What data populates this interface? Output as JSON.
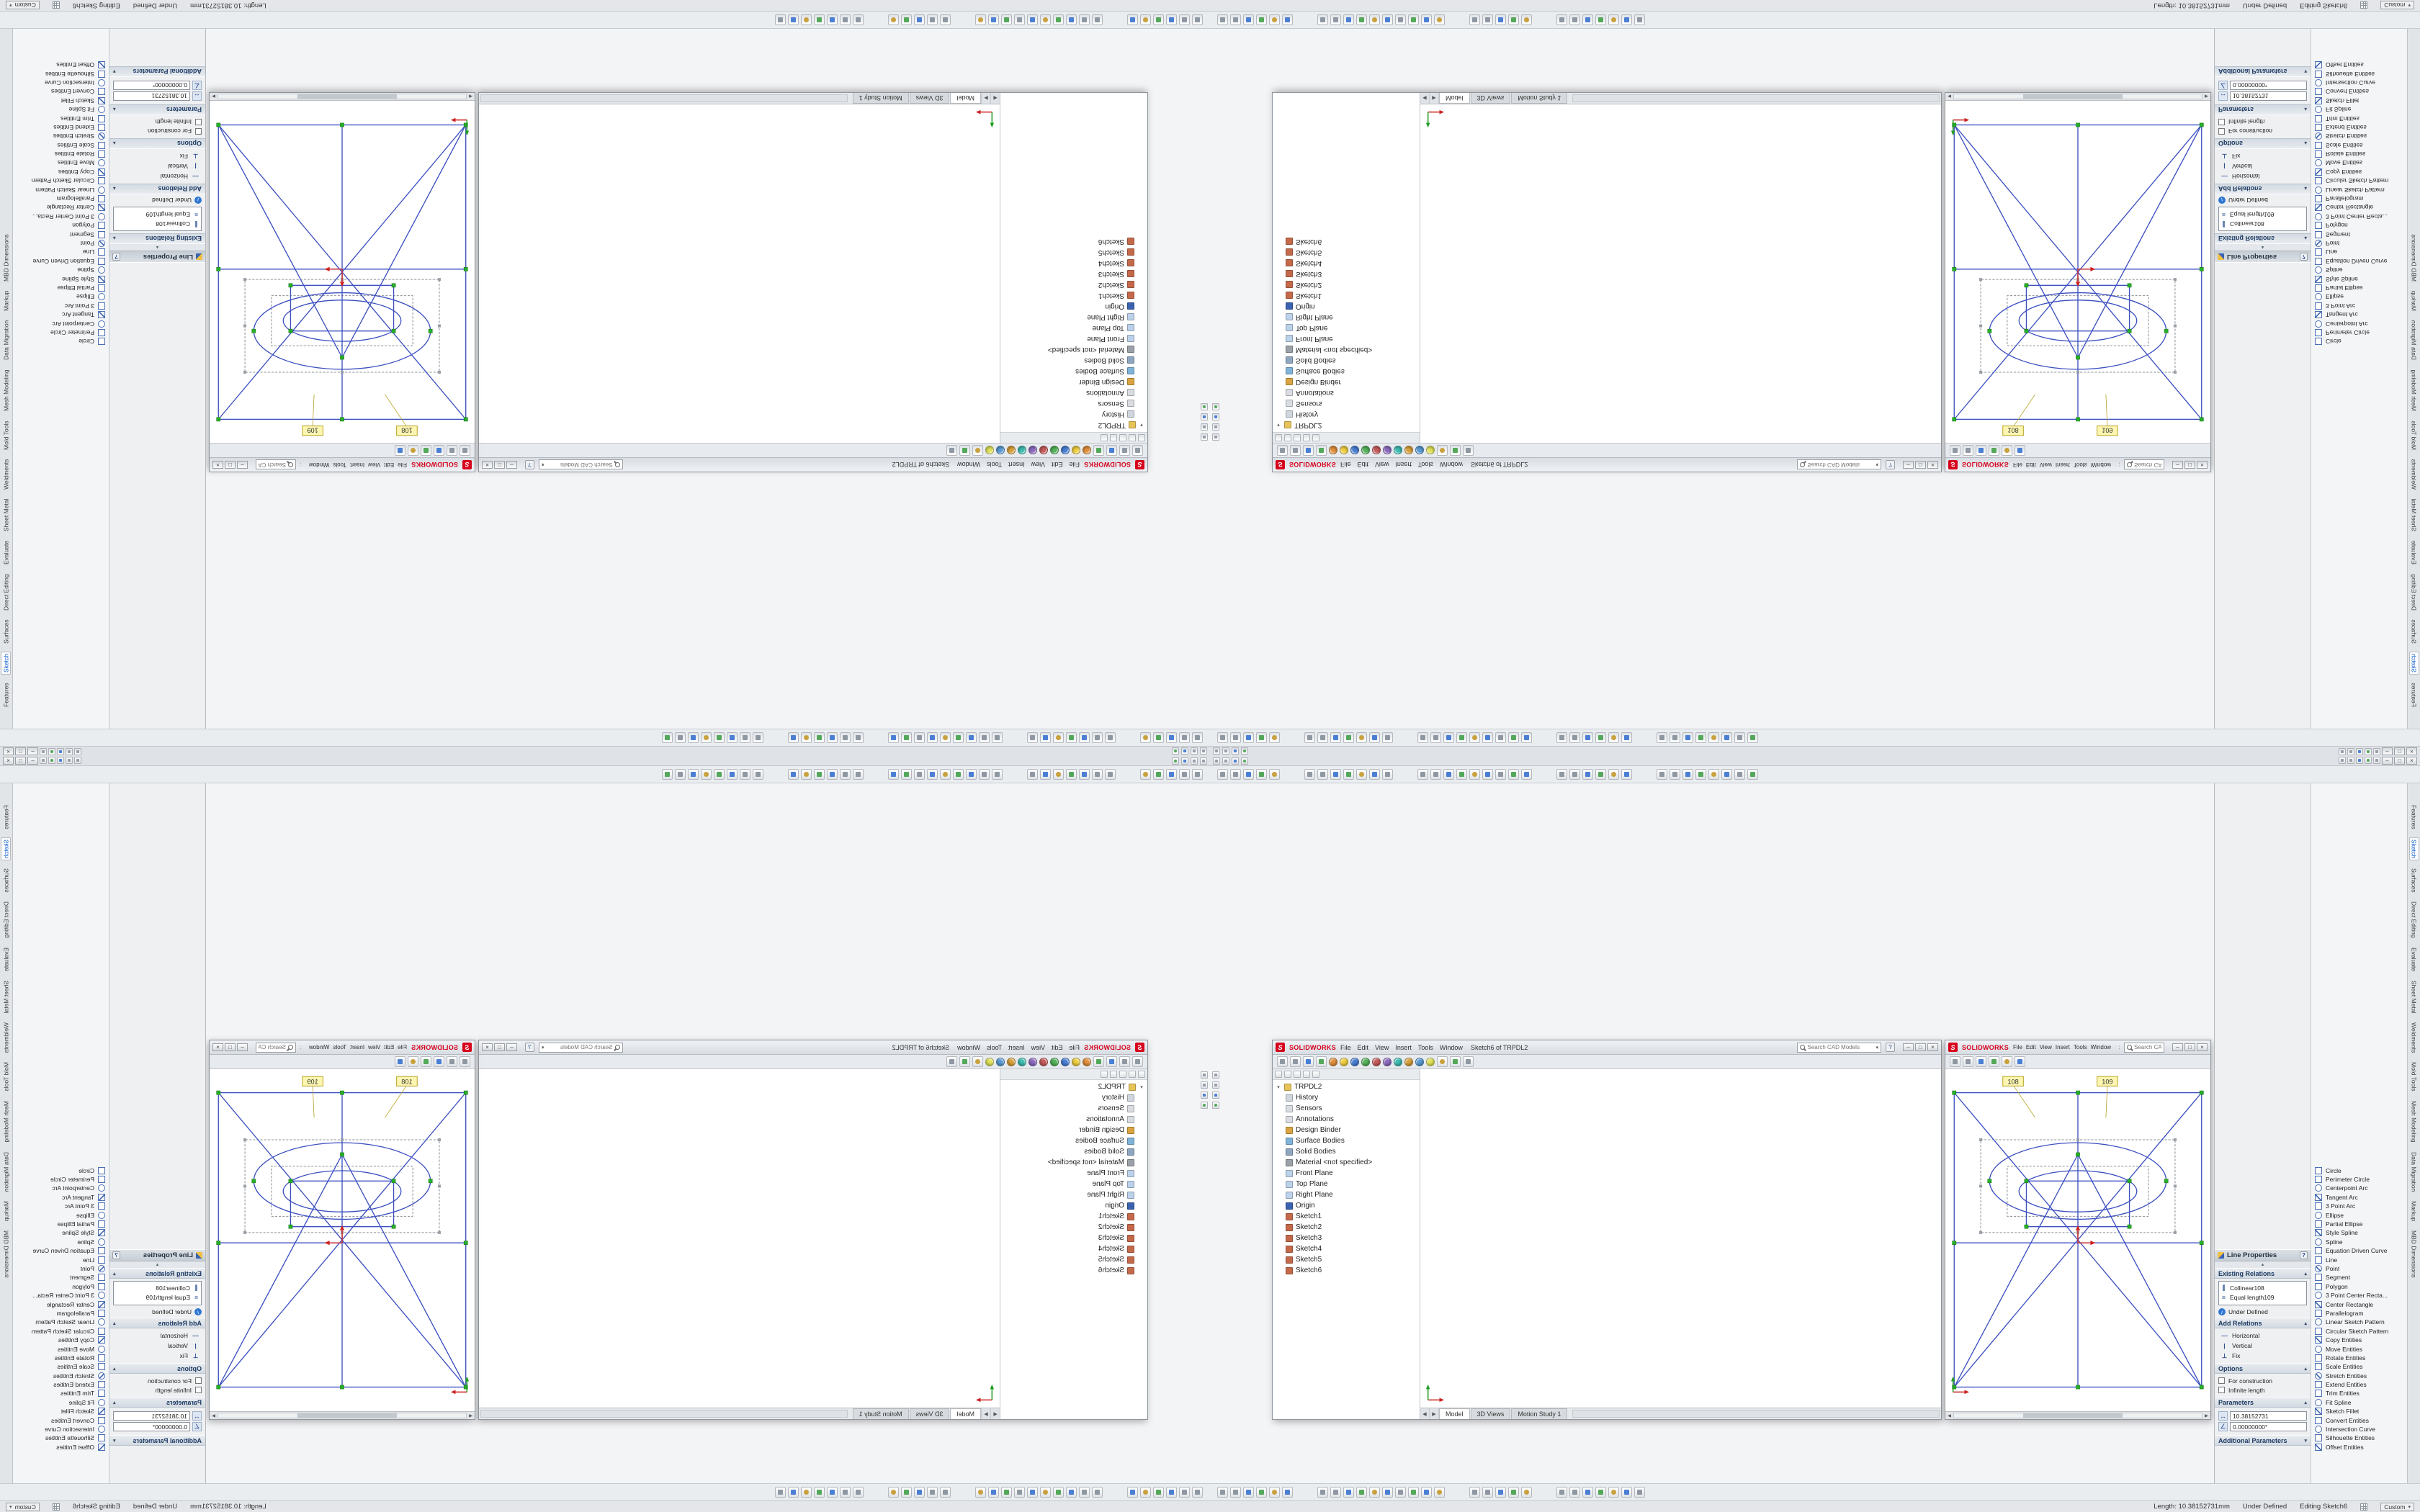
{
  "app": {
    "logo_text": "SOLIDWORKS",
    "menus": [
      "File",
      "Edit",
      "View",
      "Insert",
      "Tools",
      "Window"
    ],
    "doc_title": "Sketch6 of TRPDL2",
    "search_placeholder": "Search CAD Models"
  },
  "icons": {
    "close": "×",
    "maximize": "□",
    "minimize": "–",
    "help": "?",
    "dropdown": "▾",
    "collapse": "▴",
    "expand": "▾",
    "left": "◀",
    "right": "▶",
    "info": "i"
  },
  "feature_tree": {
    "items": [
      {
        "icon": "part",
        "label": "TRPDL2"
      },
      {
        "icon": "history",
        "label": "History"
      },
      {
        "icon": "sensors",
        "label": "Sensors"
      },
      {
        "icon": "annotations",
        "label": "Annotations"
      },
      {
        "icon": "design-binder",
        "label": "Design Binder"
      },
      {
        "icon": "surface-bodies",
        "label": "Surface Bodies"
      },
      {
        "icon": "solid-bodies",
        "label": "Solid Bodies"
      },
      {
        "icon": "material",
        "label": "Material <not specified>"
      },
      {
        "icon": "plane",
        "label": "Front Plane"
      },
      {
        "icon": "plane",
        "label": "Top Plane"
      },
      {
        "icon": "plane",
        "label": "Right Plane"
      },
      {
        "icon": "origin",
        "label": "Origin"
      },
      {
        "icon": "sketch",
        "label": "Sketch1"
      },
      {
        "icon": "sketch",
        "label": "Sketch2"
      },
      {
        "icon": "sketch",
        "label": "Sketch3"
      },
      {
        "icon": "sketch",
        "label": "Sketch4"
      },
      {
        "icon": "sketch",
        "label": "Sketch5"
      },
      {
        "icon": "sketch",
        "label": "Sketch6"
      }
    ]
  },
  "doc_tabs": {
    "tabs": [
      "Model",
      "3D Views",
      "Motion Study 1"
    ],
    "active": "Model"
  },
  "property_panel": {
    "title": "Line Properties",
    "existing_relations": {
      "title": "Existing Relations",
      "relations": [
        {
          "icon": "∥",
          "label": "Collinear108"
        },
        {
          "icon": "=",
          "label": "Equal length109"
        }
      ],
      "status": "Under Defined"
    },
    "add_relations": {
      "title": "Add Relations",
      "buttons": [
        {
          "icon": "—",
          "label": "Horizontal"
        },
        {
          "icon": "|",
          "label": "Vertical"
        },
        {
          "icon": "⊥",
          "label": "Fix"
        }
      ]
    },
    "options": {
      "title": "Options",
      "checkboxes": [
        "For construction",
        "Infinite length"
      ]
    },
    "parameters": {
      "title": "Parameters",
      "fields": [
        {
          "icon": "↔",
          "value": "10.38152731"
        },
        {
          "icon": "∠",
          "value": "0.00000000°"
        }
      ]
    },
    "additional_parameters": {
      "title": "Additional Parameters"
    }
  },
  "tool_palette": {
    "tools": [
      "Circle",
      "Perimeter Circle",
      "Centerpoint Arc",
      "Tangent Arc",
      "3 Point Arc",
      "Ellipse",
      "Partial Ellipse",
      "Style Spline",
      "Spline",
      "Equation Driven Curve",
      "Line",
      "Point",
      "Segment",
      "Polygon",
      "3 Point Center Recta...",
      "Center Rectangle",
      "Parallelogram",
      "Linear Sketch Pattern",
      "Circular Sketch Pattern",
      "Copy Entities",
      "Move Entities",
      "Rotate Entities",
      "Scale Entities",
      "Stretch Entities",
      "Extend Entities",
      "Trim Entities",
      "Fit Spline",
      "Sketch Fillet",
      "Convert Entities",
      "Intersection Curve",
      "Silhouette Entities",
      "Offset Entities"
    ]
  },
  "command_tabs": {
    "tabs": [
      "Features",
      "Sketch",
      "Surfaces",
      "Direct Editing",
      "Evaluate",
      "Sheet Metal",
      "Weldments",
      "Mold Tools",
      "Mesh Modeling",
      "Data Migration",
      "Markup",
      "MBD Dimensions"
    ],
    "active": "Sketch"
  },
  "status_bar": {
    "length": "Length: 10.38152731mm",
    "state": "Under Defined",
    "editing": "Editing Sketch6",
    "units": "Custom"
  },
  "sketch": {
    "relation_tags": [
      "108",
      "109"
    ]
  },
  "orb_colors": [
    "#e2913c",
    "#f0cf3e",
    "#4a7fd4",
    "#54b25a",
    "#c75c5c",
    "#8e6bbf",
    "#3dbdb0",
    "#d8a03a",
    "#5a9bd5",
    "#e0e25a"
  ]
}
